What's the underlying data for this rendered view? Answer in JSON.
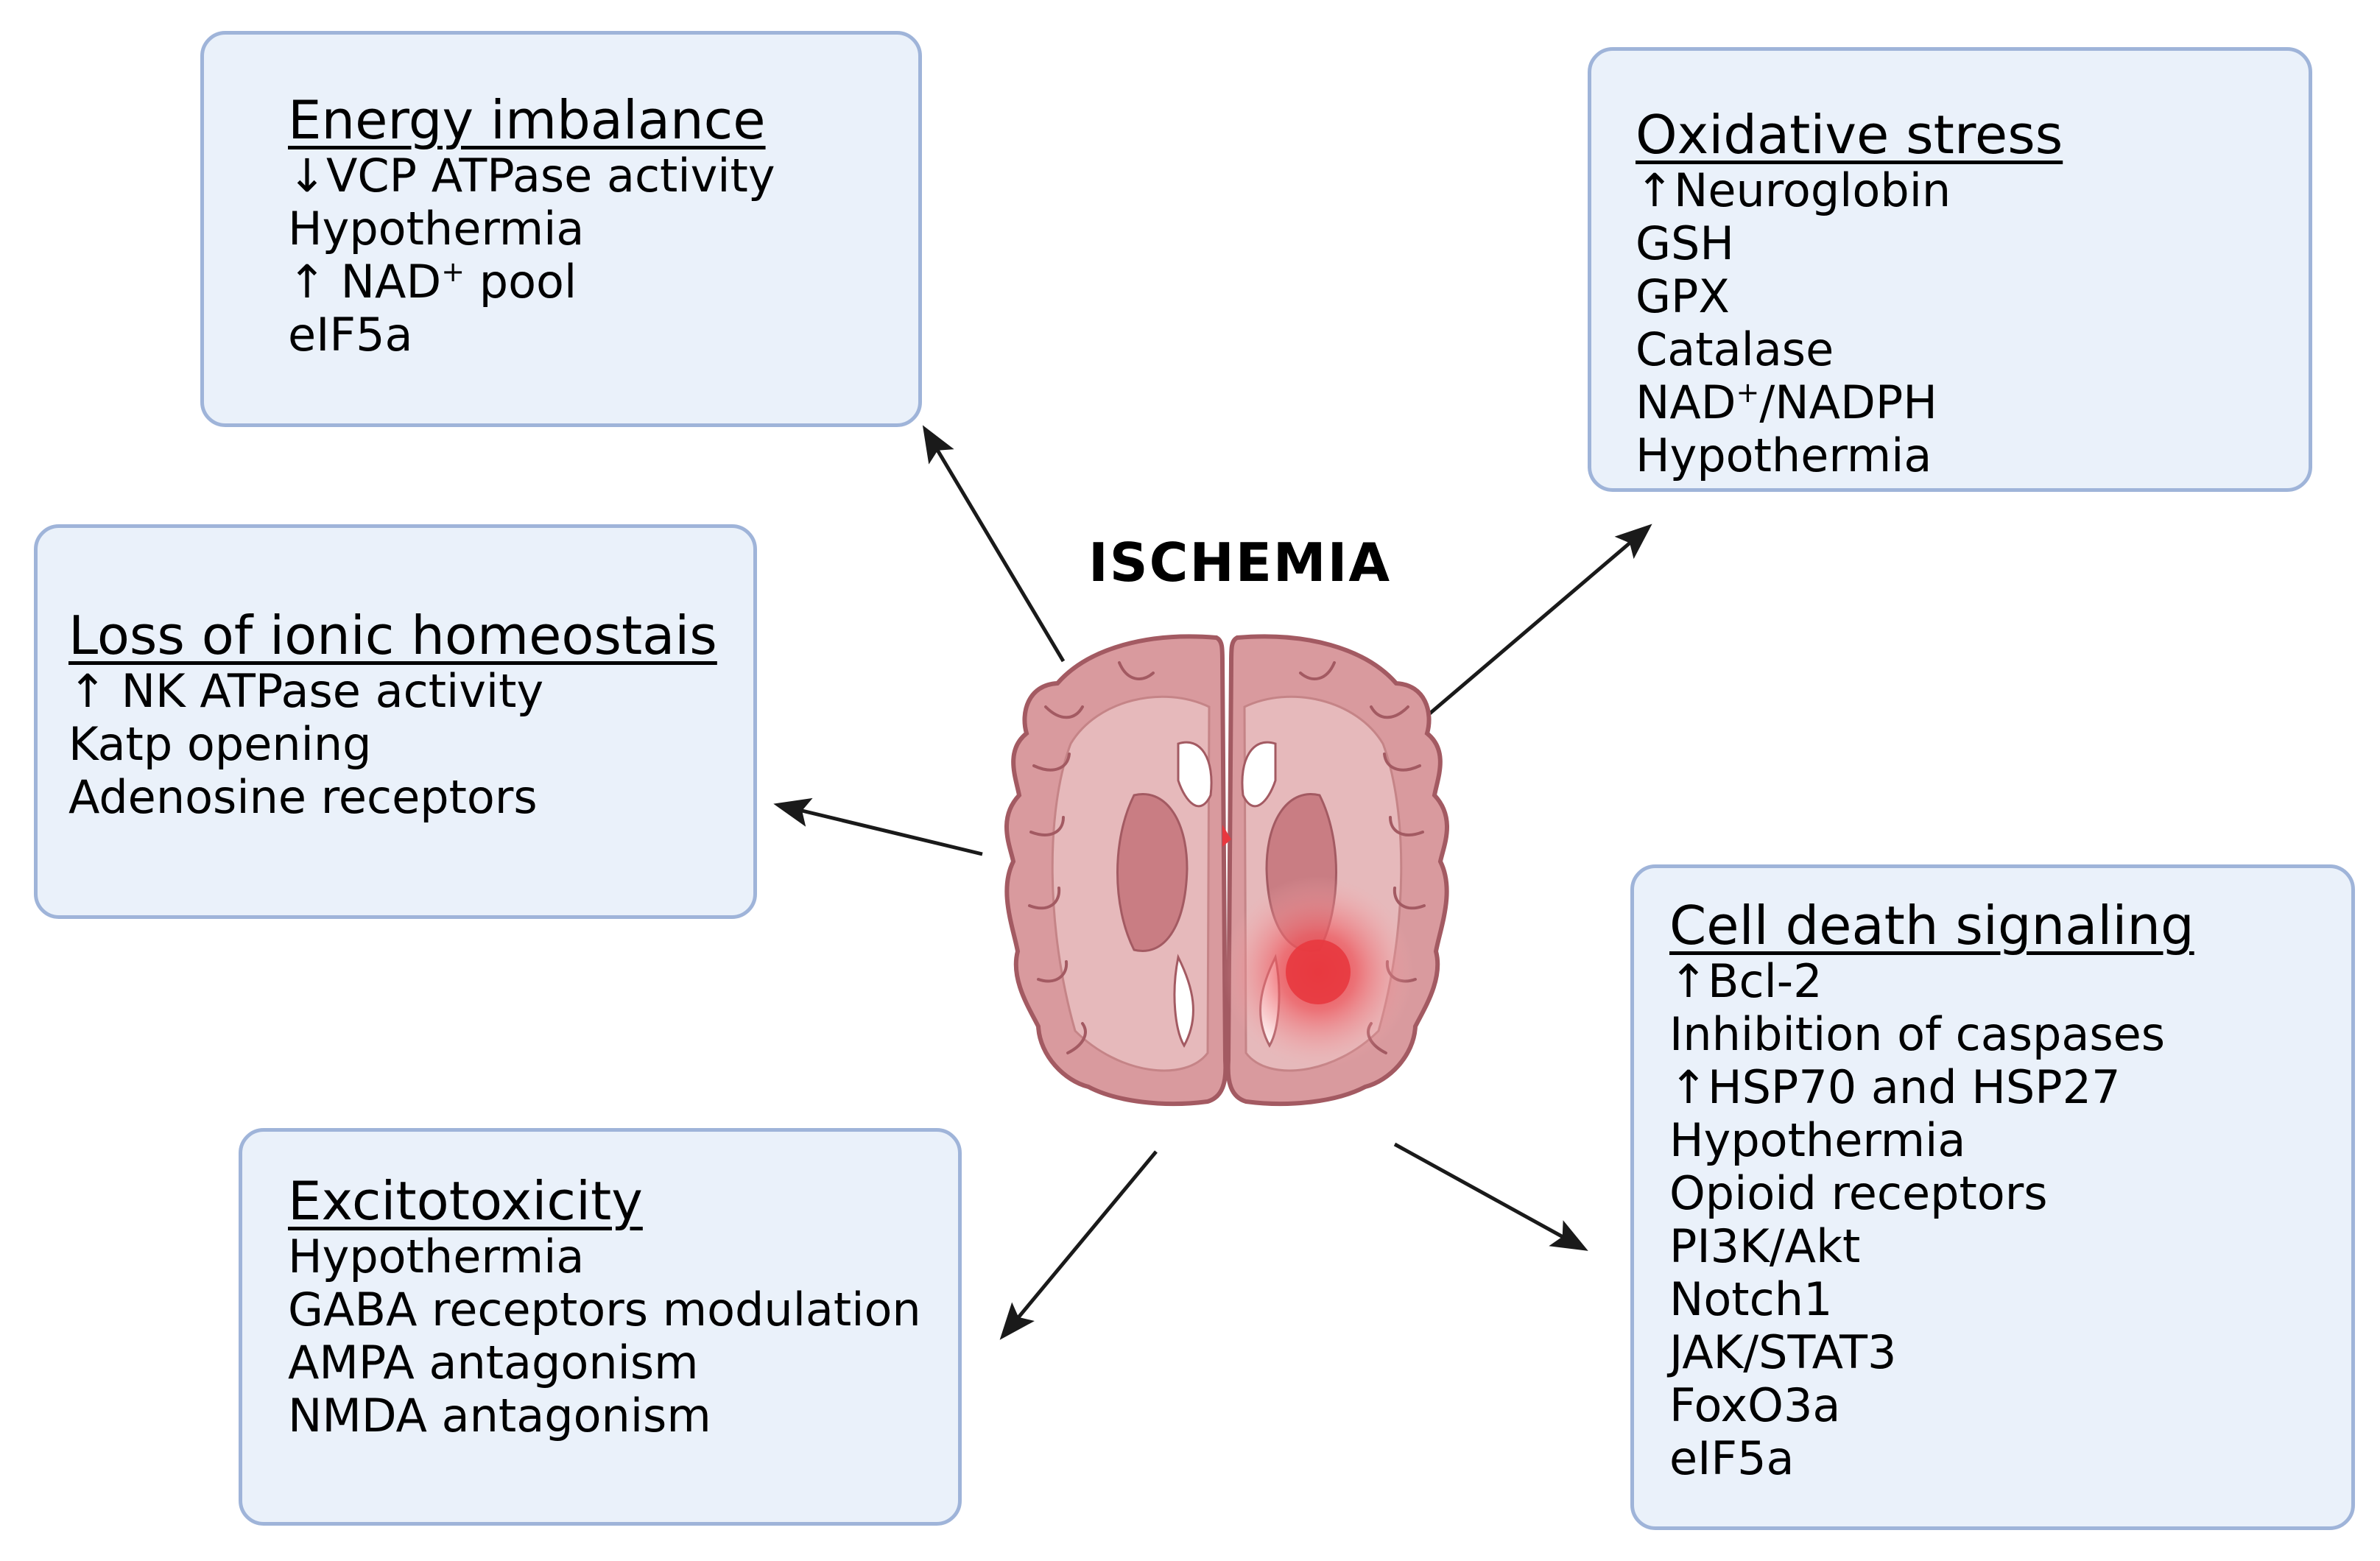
{
  "center_label": "ISCHEMIA",
  "boxes": {
    "energy": {
      "title": "Energy imbalance",
      "items": [
        {
          "pre": "↓VCP ATPase activity"
        },
        {
          "pre": "Hypothermia"
        },
        {
          "pre": "↑ NAD",
          "sup": "+",
          "post": " pool"
        },
        {
          "pre": "eIF5a"
        }
      ]
    },
    "oxidative": {
      "title": "Oxidative stress",
      "items": [
        {
          "pre": "↑Neuroglobin"
        },
        {
          "pre": "GSH"
        },
        {
          "pre": "GPX"
        },
        {
          "pre": "Catalase"
        },
        {
          "pre": "NAD",
          "sup": "+",
          "post": "/NADPH"
        },
        {
          "pre": "Hypothermia"
        }
      ]
    },
    "ionic": {
      "title": "Loss of ionic homeostais",
      "items": [
        {
          "pre": "↑ NK ATPase activity"
        },
        {
          "pre": "Katp opening"
        },
        {
          "pre": "Adenosine receptors"
        }
      ]
    },
    "excitotoxicity": {
      "title": "Excitotoxicity",
      "items": [
        {
          "pre": "Hypothermia"
        },
        {
          "pre": "GABA receptors modulation"
        },
        {
          "pre": "AMPA antagonism"
        },
        {
          "pre": "NMDA antagonism"
        }
      ]
    },
    "celldeath": {
      "title": "Cell death signaling",
      "items": [
        {
          "pre": "↑Bcl-2"
        },
        {
          "pre": "Inhibition of caspases"
        },
        {
          "pre": "↑HSP70 and HSP27"
        },
        {
          "pre": "Hypothermia"
        },
        {
          "pre": "Opioid receptors"
        },
        {
          "pre": "PI3K/Akt"
        },
        {
          "pre": "Notch1"
        },
        {
          "pre": "JAK/STAT3"
        },
        {
          "pre": "FoxO3a"
        },
        {
          "pre": "eIF5a"
        }
      ]
    }
  },
  "colors": {
    "box_fill": "#eaf1fa",
    "box_border": "#9fb4d9",
    "brain": "#d99a9e",
    "brain_dark": "#a35a62",
    "lesion": "#e8383f"
  }
}
